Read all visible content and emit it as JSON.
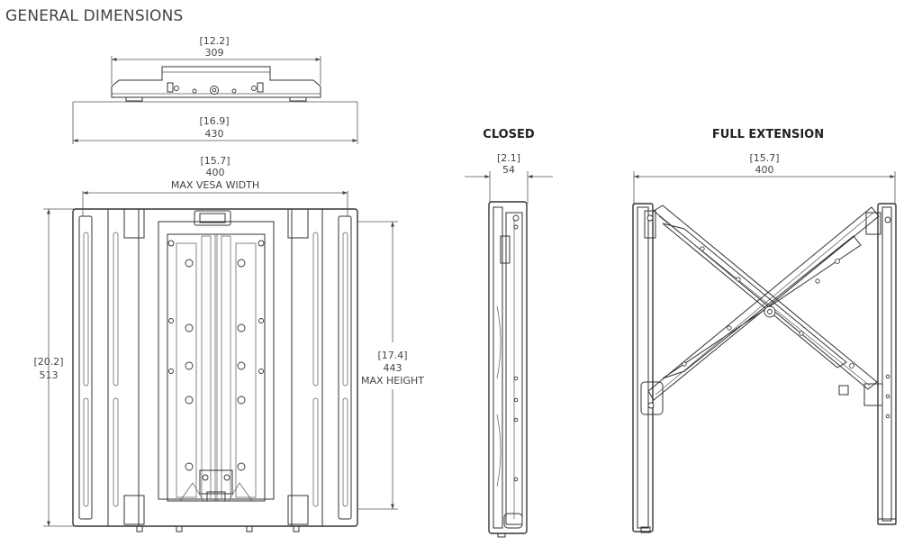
{
  "page": {
    "title": "GENERAL DIMENSIONS"
  },
  "views": {
    "closed": {
      "title": "CLOSED"
    },
    "full_extension": {
      "title": "FULL EXTENSION"
    }
  },
  "dimensions": {
    "top_plate_width": {
      "inches": "[12.2]",
      "mm": "309"
    },
    "top_overall_width": {
      "inches": "[16.9]",
      "mm": "430"
    },
    "max_vesa_width": {
      "inches": "[15.7]",
      "mm": "400",
      "label": "MAX VESA WIDTH"
    },
    "overall_height": {
      "inches": "[20.2]",
      "mm": "513"
    },
    "max_height": {
      "inches": "[17.4]",
      "mm": "443",
      "label": "MAX HEIGHT"
    },
    "closed_depth": {
      "inches": "[2.1]",
      "mm": "54"
    },
    "extension_depth": {
      "inches": "[15.7]",
      "mm": "400"
    }
  }
}
